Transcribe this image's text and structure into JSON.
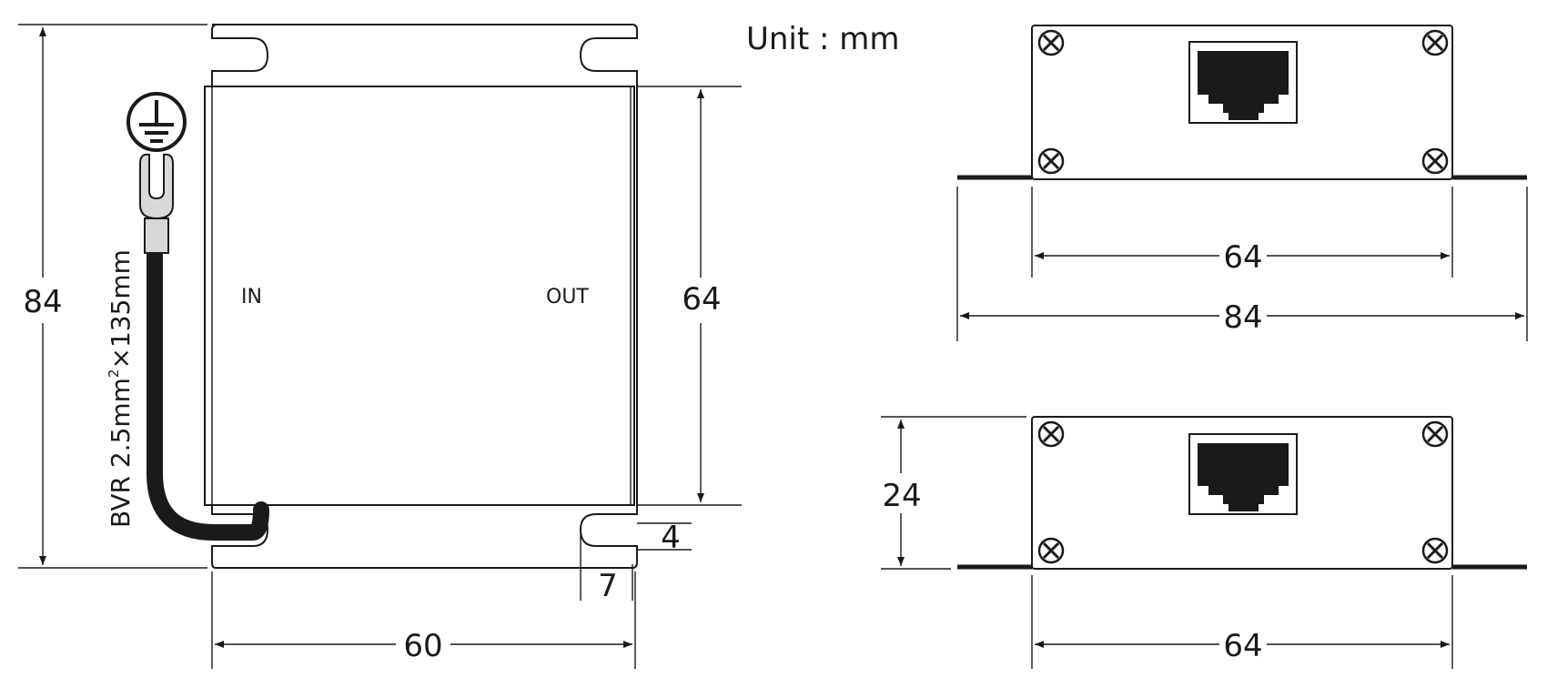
{
  "unit_label": "Unit : mm",
  "port_labels": {
    "in": "IN",
    "out": "OUT"
  },
  "cable_label": {
    "prefix": "BVR 2.5mm",
    "superscript": "2",
    "suffix": "×135mm"
  },
  "top_view": {
    "height_total": "84",
    "height_body": "64",
    "width": "60",
    "slot_depth": "4",
    "slot_width": "7"
  },
  "front_view": {
    "width_body": "64",
    "width_total": "84"
  },
  "side_view": {
    "height": "24",
    "width_body": "64"
  },
  "icons": {
    "ground": "ground-symbol-icon",
    "terminal": "fork-terminal-icon",
    "port": "rj45-port-icon",
    "screw": "screw-icon"
  }
}
